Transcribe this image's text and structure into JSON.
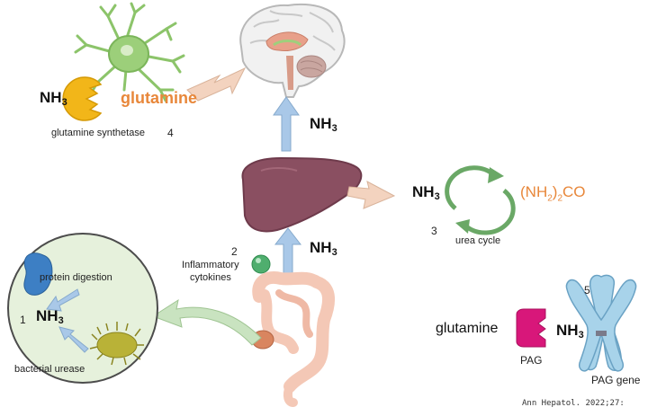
{
  "labels": {
    "glutamine_top": "glutamine",
    "glutamine_synthetase": "glutamine synthetase",
    "step4": "4",
    "nh3": "NH",
    "nh3_sub": "3",
    "step2": "2",
    "inflammatory": "Inflammatory",
    "cytokines": "cytokines",
    "step3": "3",
    "urea_cycle": "urea cycle",
    "urea_formula_main": "(NH",
    "urea_formula_sub": "2",
    "urea_formula_tail": ")",
    "urea_formula_sub2": "2",
    "urea_formula_end": "CO",
    "protein_digestion": "protein digestion",
    "step1": "1",
    "bacterial_urease": "bacterial urease",
    "step5": "5",
    "glutamine_right": "glutamine",
    "pag": "PAG",
    "pag_gene": "PAG gene",
    "citation": "Ann Hepatol. 2022;27:"
  },
  "colors": {
    "orange": "#e8873a",
    "arrow_blue": "#a9c8e8",
    "arrow_peach": "#f3d3bf",
    "arrow_green": "#c9e3c0",
    "liver": "#8a4f61",
    "gut_circle": "#e6f1dc",
    "urea_arrow": "#6aa866",
    "enzyme_yellow": "#f2b619",
    "pag_magenta": "#d8177a",
    "chromosome": "#a8d3ea"
  }
}
